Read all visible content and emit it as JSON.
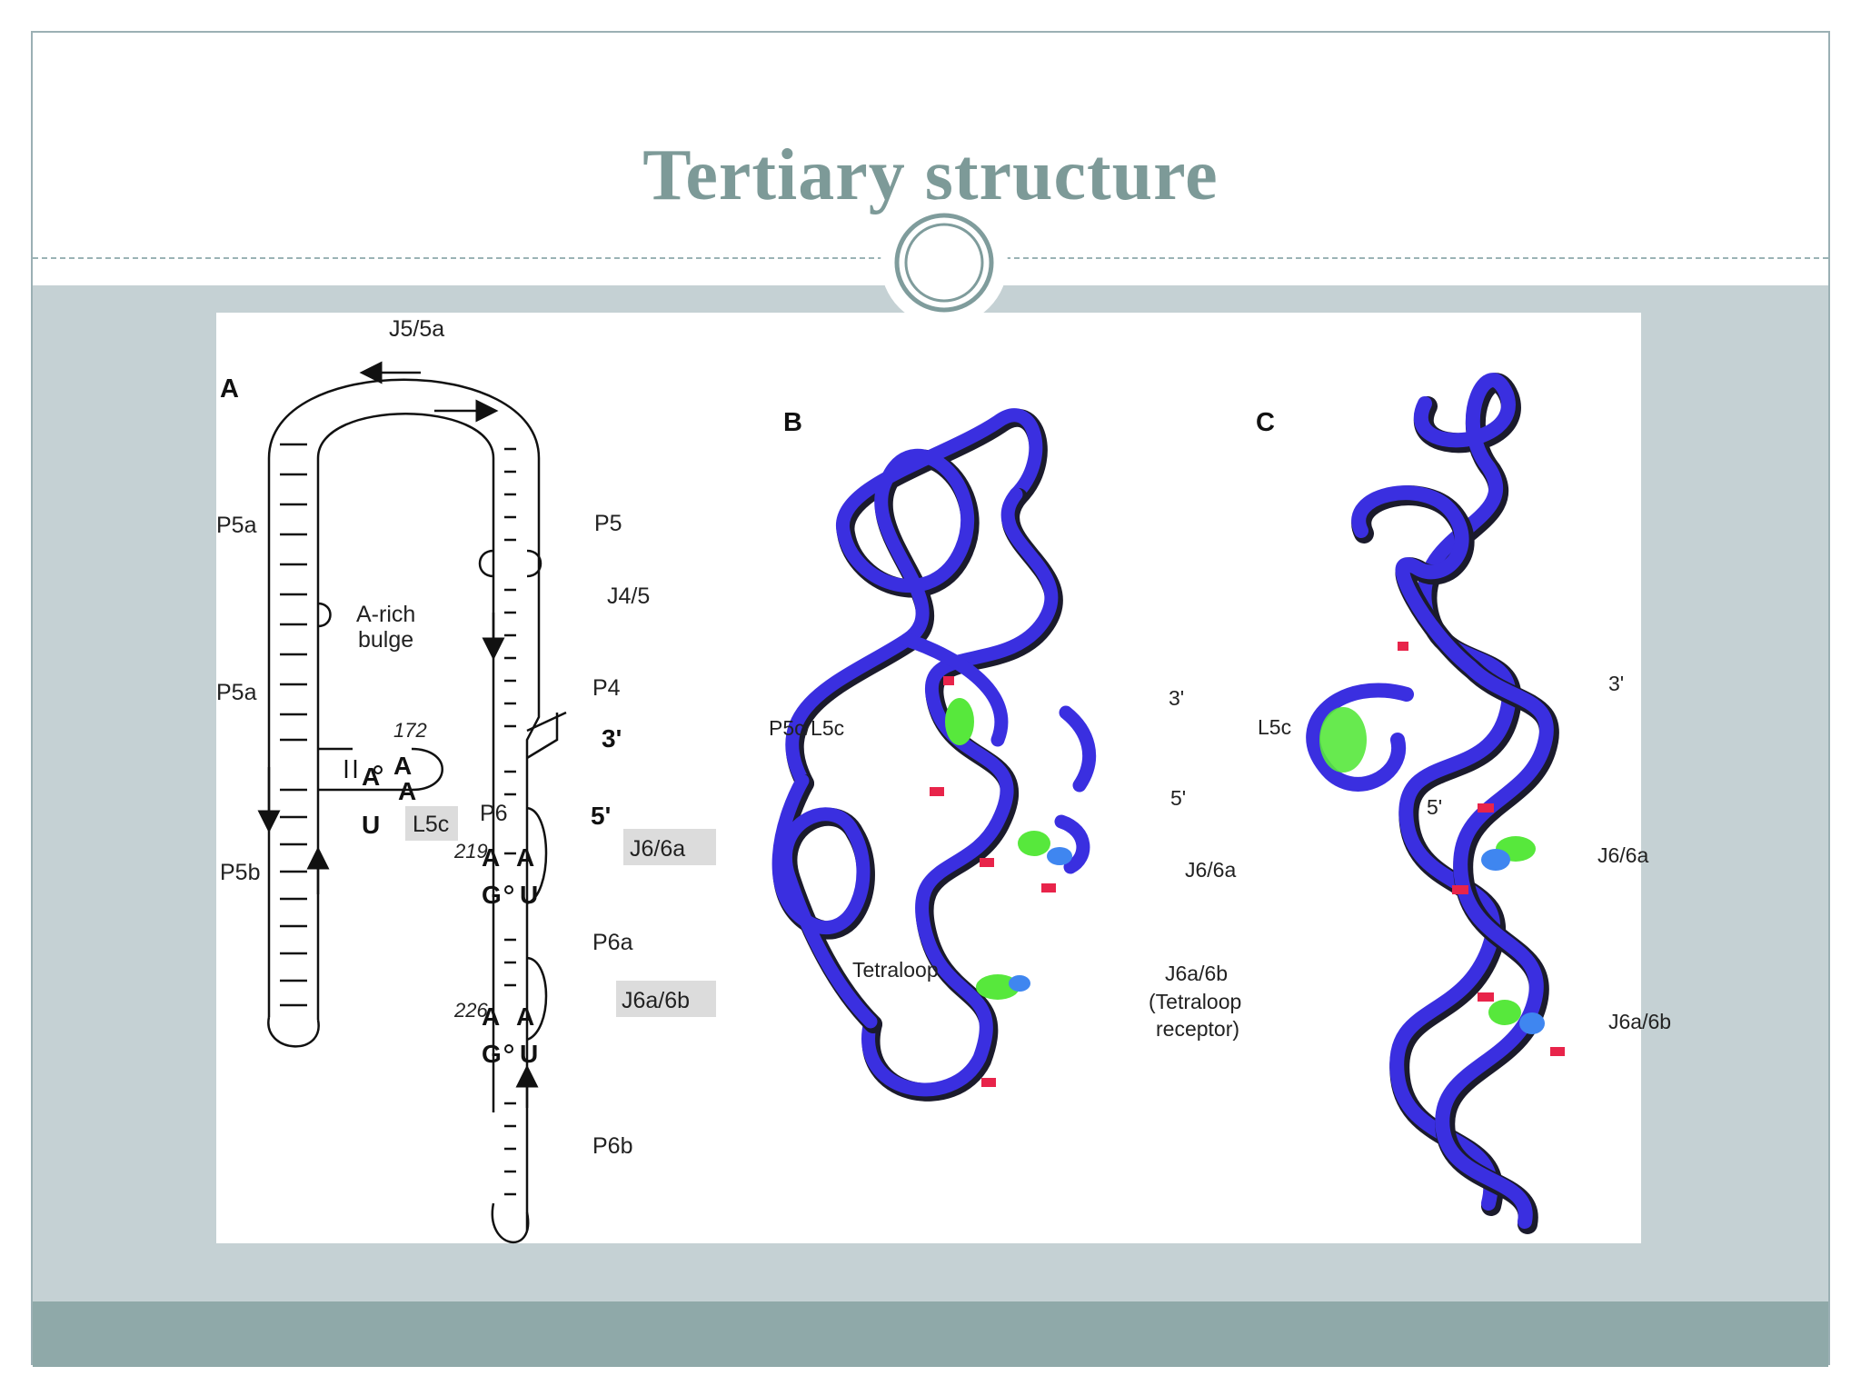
{
  "slide": {
    "title": "Tertiary structure"
  },
  "colors": {
    "title": "#7d9a98",
    "band": "#c5d1d4",
    "footer": "#8fa9a9",
    "ribbon": "#3a2fe0",
    "ribbon_shadow": "#1b1b2c",
    "contact_red": "#e8244a",
    "base_green": "#57e83c",
    "base_blue": "#3f86f0"
  },
  "figure": {
    "panel_a": {
      "letter": "A",
      "labels": {
        "j5_5a": "J5/5a",
        "p5a_top": "P5a",
        "p5a_bottom": "P5a",
        "p5b": "P5b",
        "a_rich": "A-rich",
        "bulge": "bulge",
        "n172": "172",
        "l5c": "L5c",
        "p5": "P5",
        "j4_5": "J4/5",
        "p4": "P4",
        "three_prime": "3'",
        "five_prime": "5'",
        "p6": "P6",
        "n219": "219",
        "j6_6a": "J6/6a",
        "p6a": "P6a",
        "n226": "226",
        "j6a_6b": "J6a/6b",
        "p6b": "P6b"
      },
      "bases": {
        "l5c_a1": "A",
        "l5c_a2": "A",
        "l5c_a3": "A",
        "l5c_u": "U",
        "j66a_a1": "A",
        "j66a_a2": "A",
        "j66a_g": "G",
        "j66a_u": "U",
        "j6a6b_a1": "A",
        "j6a6b_a2": "A",
        "j6a6b_g": "G",
        "j6a6b_u": "U"
      }
    },
    "panel_b": {
      "letter": "B",
      "labels": {
        "p5c_l5c": "P5c/L5c",
        "three_prime": "3'",
        "five_prime": "5'",
        "j6_6a": "J6/6a",
        "tetraloop": "Tetraloop",
        "j6a_6b": "J6a/6b",
        "tetraloop_receptor_1": "(Tetraloop",
        "tetraloop_receptor_2": "receptor)"
      }
    },
    "panel_c": {
      "letter": "C",
      "labels": {
        "l5c": "L5c",
        "three_prime": "3'",
        "five_prime": "5'",
        "j6_6a": "J6/6a",
        "j6a_6b": "J6a/6b"
      }
    }
  }
}
